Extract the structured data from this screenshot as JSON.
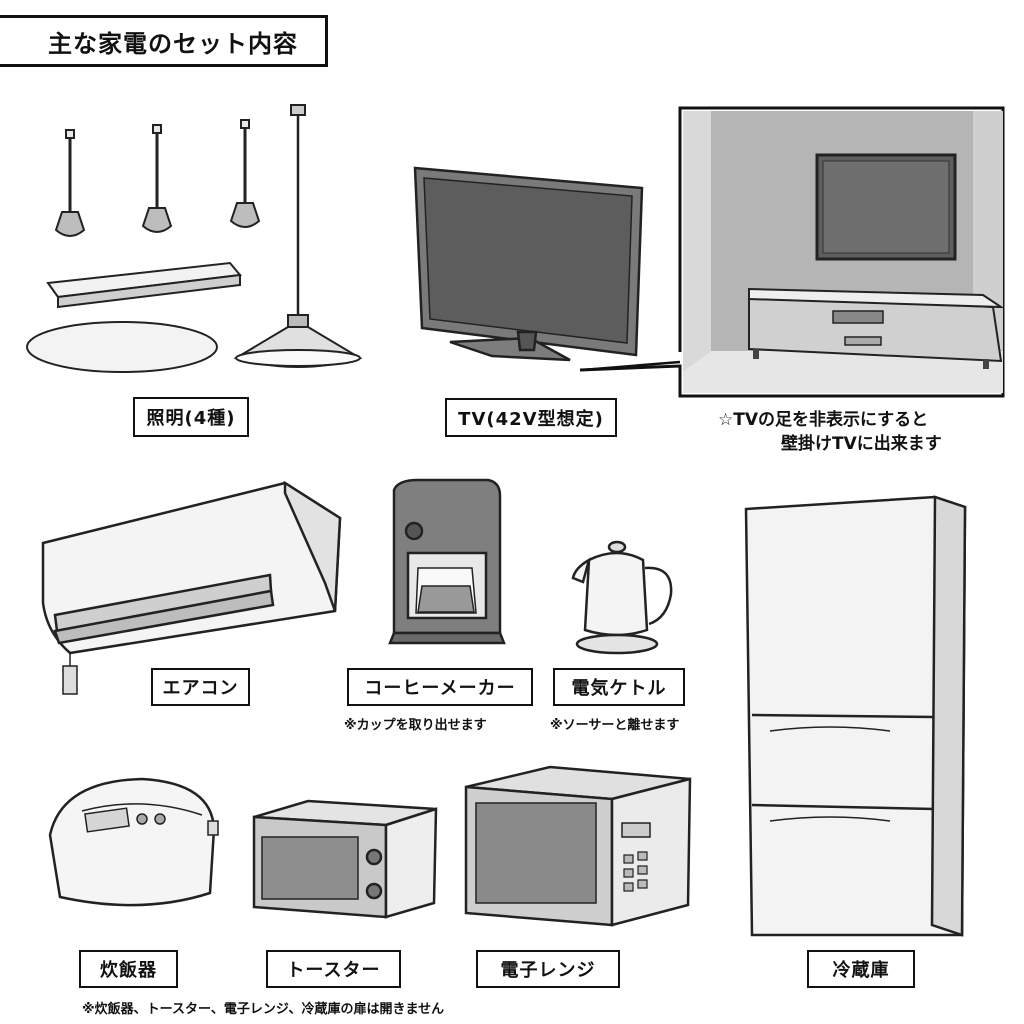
{
  "page_title": "主な家電のセット内容",
  "items": {
    "lighting": {
      "label": "照明(4種)",
      "icon": "lamp-icon"
    },
    "tv": {
      "label": "TV(42V型想定)",
      "icon": "tv-icon"
    },
    "air_conditioner": {
      "label": "エアコン",
      "icon": "air-conditioner-icon"
    },
    "coffee_maker": {
      "label": "コーヒーメーカー",
      "note": "※カップを取り出せます",
      "icon": "coffee-maker-icon"
    },
    "kettle": {
      "label": "電気ケトル",
      "note": "※ソーサーと離せます",
      "icon": "kettle-icon"
    },
    "refrigerator": {
      "label": "冷蔵庫",
      "icon": "refrigerator-icon"
    },
    "rice_cooker": {
      "label": "炊飯器",
      "icon": "rice-cooker-icon"
    },
    "toaster": {
      "label": "トースター",
      "icon": "toaster-oven-icon"
    },
    "microwave": {
      "label": "電子レンジ",
      "icon": "microwave-icon"
    }
  },
  "tv_wall_note": {
    "line1": "☆TVの足を非表示にすると",
    "line2": "壁掛けTVに出来ます"
  },
  "footer_note": "※炊飯器、トースター、電子レンジ、冷蔵庫の扉は開きません"
}
